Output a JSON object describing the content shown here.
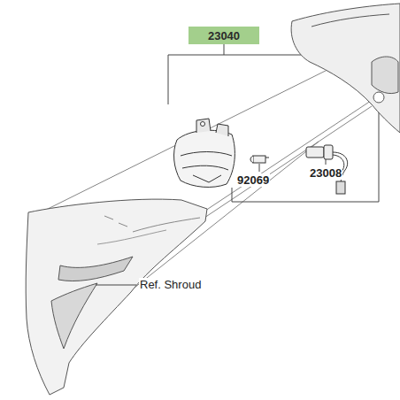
{
  "diagram": {
    "nodes": [
      {
        "text": [
          "23040"
        ]
      }
    ],
    "labels": [
      "92069",
      "23008",
      "Ref. Shroud"
    ]
  }
}
